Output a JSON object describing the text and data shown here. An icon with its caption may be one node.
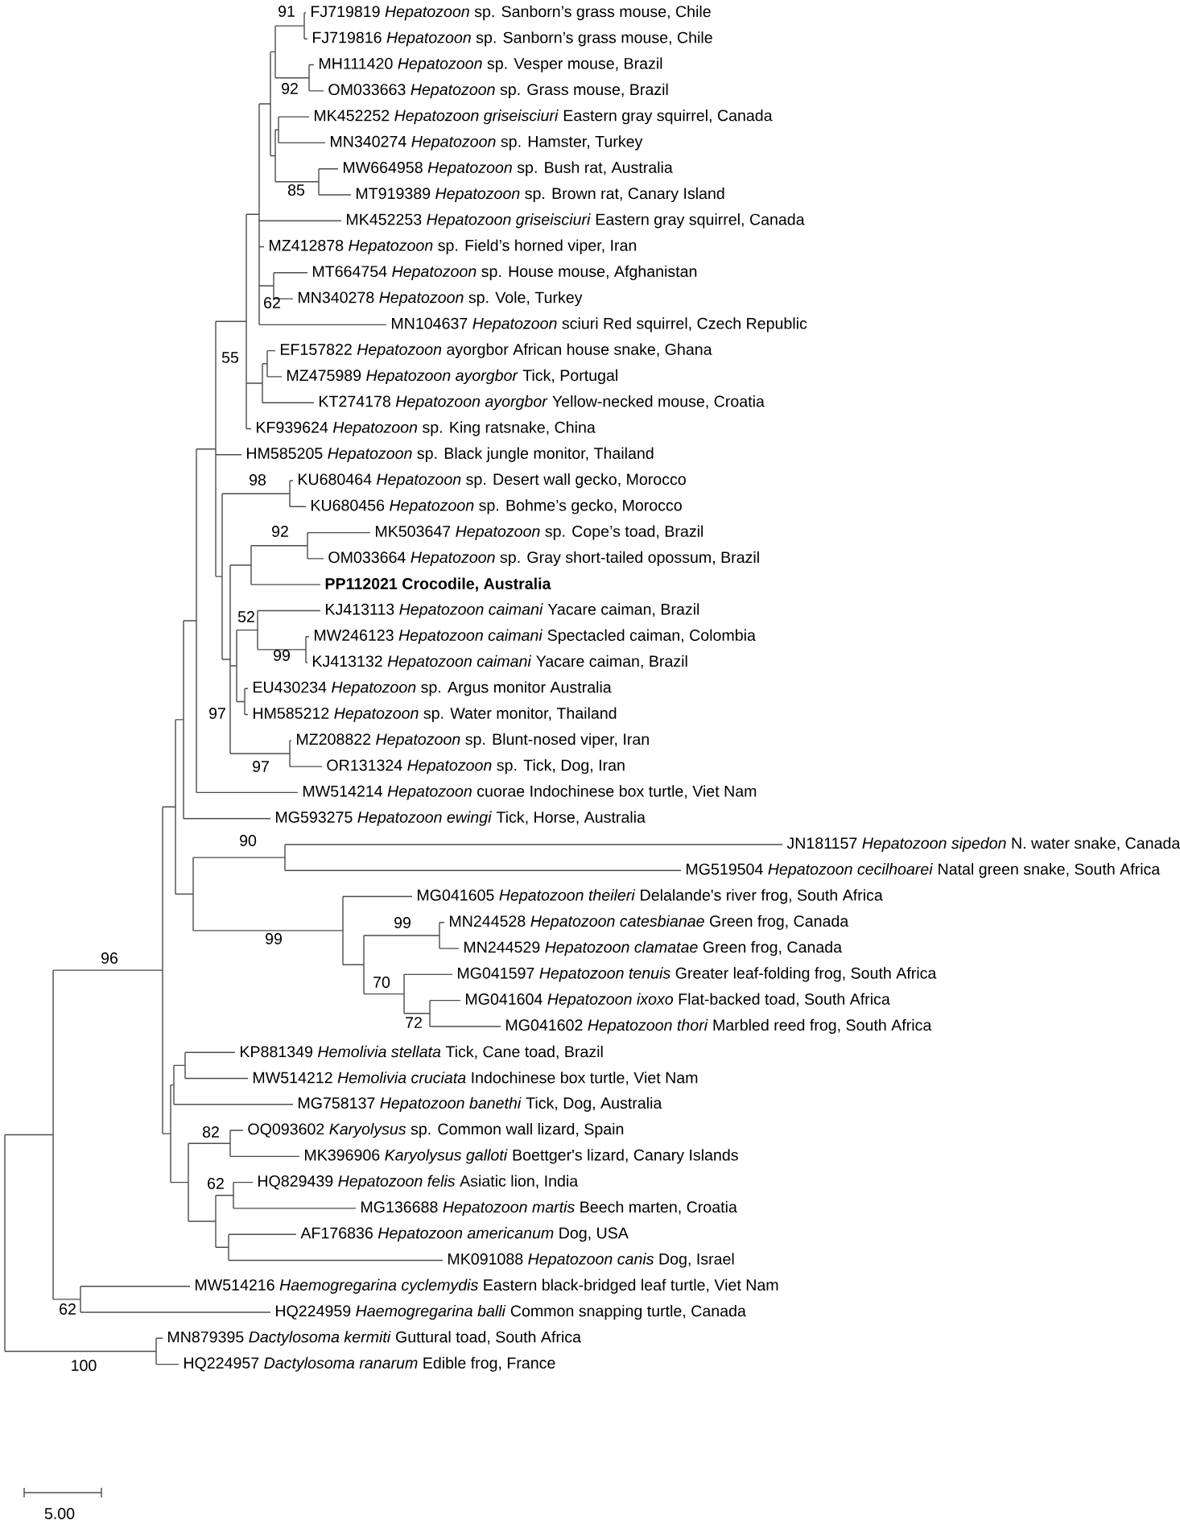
{
  "diagram": {
    "labels": [
      "FJ719819 *Hepatozoon* sp. Sanborn’s grass mouse, Chile",
      "FJ719816 *Hepatozoon* sp. Sanborn’s grass mouse, Chile",
      "MH111420 *Hepatozoon* sp. Vesper mouse, Brazil",
      "OM033663 *Hepatozoon* sp. Grass mouse, Brazil",
      "MK452252 *Hepatozoon griseisciuri* Eastern gray squirrel, Canada",
      "MN340274 *Hepatozoon* sp. Hamster, Turkey",
      "MW664958 *Hepatozoon* sp. Bush rat, Australia",
      "MT919389 *Hepatozoon* sp. Brown rat, Canary Island",
      "MK452253 *Hepatozoon griseisciuri* Eastern gray squirrel, Canada",
      "MZ412878 *Hepatozoon* sp. Field’s horned viper, Iran",
      "MT664754 *Hepatozoon* sp. House mouse, Afghanistan",
      "MN340278 *Hepatozoon* sp. Vole, Turkey",
      "MN104637 *Hepatozoon* sciuri Red squirrel, Czech Republic",
      "EF157822 *Hepatozoon* ayorgbor African house snake, Ghana",
      "MZ475989 *Hepatozoon ayorgbor* Tick, Portugal",
      "KT274178 *Hepatozoon ayorgbor* Yellow-necked mouse, Croatia",
      "KF939624 *Hepatozoon* sp. King ratsnake, China",
      "HM585205 *Hepatozoon* sp. Black jungle monitor, Thailand",
      "KU680464 *Hepatozoon* sp. Desert wall gecko, Morocco",
      "KU680456 *Hepatozoon* sp. Bohme’s gecko, Morocco",
      "MK503647 *Hepatozoon* sp. Cope’s toad, Brazil",
      "OM033664 *Hepatozoon* sp. Gray short-tailed opossum, Brazil",
      "PP112021 Crocodile, Australia",
      "KJ413113 *Hepatozoon caimani* Yacare caiman, Brazil",
      "MW246123 *Hepatozoon caimani* Spectacled caiman, Colombia",
      "KJ413132 *Hepatozoon caimani* Yacare caiman, Brazil",
      "EU430234 *Hepatozoon* sp. Argus monitor Australia",
      "HM585212 *Hepatozoon* sp. Water monitor, Thailand",
      "MZ208822 *Hepatozoon* sp. Blunt-nosed viper, Iran",
      "OR131324 *Hepatozoon* sp. Tick, Dog, Iran",
      "MW514214 *Hepatozoon* cuorae Indochinese box turtle, Viet Nam",
      "MG593275 *Hepatozoon ewingi* Tick, Horse, Australia",
      "JN181157 *Hepatozoon sipedon* N. water snake, Canada",
      "MG519504 *Hepatozoon cecilhoarei* Natal green snake, South Africa",
      "MG041605 *Hepatozoon theileri* Delalande's river frog, South Africa",
      "MN244528 *Hepatozoon catesbianae* Green frog, Canada",
      "MN244529 *Hepatozoon clamatae* Green frog, Canada",
      "MG041597 *Hepatozoon tenuis* Greater leaf-folding frog, South Africa",
      "MG041604 *Hepatozoon ixoxo* Flat-backed toad, South Africa",
      "MG041602 *Hepatozoon thori* Marbled reed frog, South Africa",
      "KP881349 *Hemolivia stellata* Tick, Cane toad, Brazil",
      "MW514212 *Hemolivia cruciata* Indochinese box turtle, Viet Nam",
      "MG758137 *Hepatozoon banethi* Tick, Dog, Australia",
      "OQ093602 *Karyolysus* sp. Common wall lizard, Spain",
      "MK396906 *Karyolysus galloti* Boettger's lizard, Canary Islands",
      "HQ829439 *Hepatozoon felis* Asiatic lion, India",
      "MG136688 *Hepatozoon martis* Beech marten, Croatia",
      "AF176836 *Hepatozoon americanum* Dog, USA",
      "MK091088 *Hepatozoon canis* Dog, Israel",
      "MW514216 *Haemogregarina cyclemydis* Eastern black-bridged leaf turtle, Viet Nam",
      "HQ224959 *Haemogregarina balli* Common snapping turtle, Canada",
      "MN879395 *Dactylosoma kermiti* Guttural toad, South Africa",
      "HQ224957 *Dactylosoma ranarum* Edible frog, France",
      "91",
      "92",
      "85",
      "62",
      "55",
      "98",
      "92",
      "52",
      "99",
      "97",
      "97",
      "90",
      "99",
      "99",
      "96",
      "70",
      "72",
      "82",
      "62",
      "62",
      "100",
      "5.00"
    ]
  }
}
